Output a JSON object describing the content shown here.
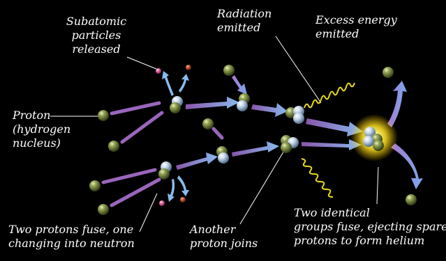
{
  "labels": {
    "subatomic": [
      "Subatomic",
      "particles",
      "released"
    ],
    "radiation": [
      "Radiation",
      "emitted"
    ],
    "excess": [
      "Excess energy",
      "emitted"
    ],
    "proton": [
      "Proton",
      "(hydrogen",
      "nucleus)"
    ],
    "two_protons": [
      "Two protons fuse, one",
      "changing into neutron"
    ],
    "another": [
      "Another",
      "proton joins"
    ],
    "two_groups": [
      "Two identical",
      "groups fuse, ejecting spare",
      "protons to form helium"
    ]
  },
  "colors": {
    "background": "#000000",
    "text": "#ffffff",
    "leader_line": "#ffffff",
    "proton": "#8a9a4a",
    "neutron": "#c8d8ec",
    "positron": "#e0609a",
    "neutrino": "#b85030",
    "arrow_purple": "#9966bb",
    "arrow_blue": "#88bbee",
    "radiation_wave": "#e8d820",
    "helium_glow": "#ffee33"
  }
}
